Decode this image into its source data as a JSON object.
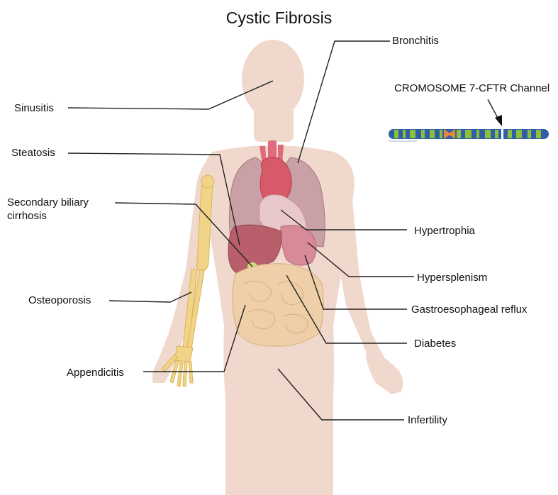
{
  "title": "Cystic Fibrosis",
  "labels": {
    "bronchitis": "Bronchitis",
    "sinusitis": "Sinusitis",
    "steatosis": "Steatosis",
    "secondary_biliary_cirrhosis": "Secondary biliary cirrhosis",
    "osteoporosis": "Osteoporosis",
    "appendicitis": "Appendicitis",
    "hypertrophia": "Hypertrophia",
    "hypersplenism": "Hypersplenism",
    "gastroesophageal_reflux": "Gastroesophageal reflux",
    "diabetes": "Diabetes",
    "infertility": "Infertility",
    "chromosome": "CROMOSOME 7-CFTR Channel"
  },
  "colors": {
    "skin": "#f0d8cc",
    "bone": "#f1d488",
    "lung": "#c9a0a6",
    "heart": "#d85a6a",
    "liver": "#b85f6b",
    "intestine": "#efcfa8",
    "leader_line": "#222222",
    "chromosome_blue": "#2f5fa8",
    "chromosome_green": "#8fbf3a"
  }
}
